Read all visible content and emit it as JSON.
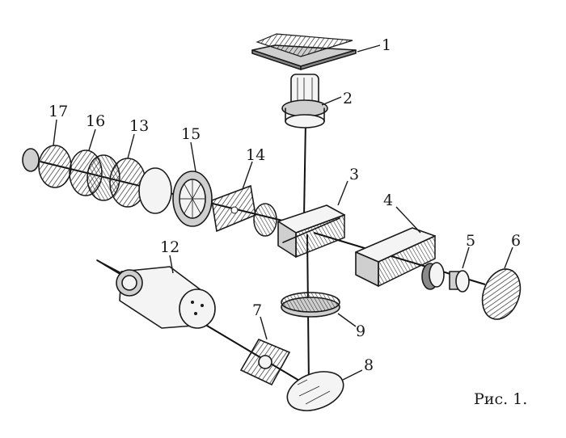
{
  "labels": [
    "1",
    "2",
    "3",
    "4",
    "5",
    "6",
    "7",
    "8",
    "9",
    "12",
    "13",
    "14",
    "15",
    "16",
    "17"
  ],
  "caption": "Рис. 1."
}
